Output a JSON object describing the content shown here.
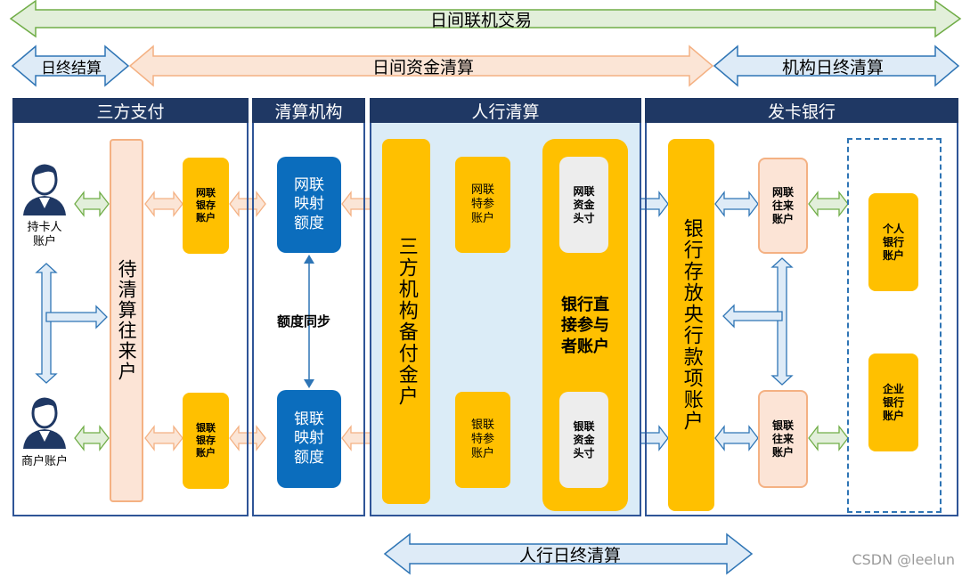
{
  "top_arrows": {
    "day_online": "日间联机交易",
    "day_end_settle": "日终结算",
    "day_fund_clearing": "日间资金清算",
    "inst_day_end": "机构日终清算",
    "pboc_day_end": "人行日终清算"
  },
  "sections": {
    "third_party": "三方支付",
    "clearing_inst": "清算机构",
    "pboc": "人行清算",
    "issuing_bank": "发卡银行"
  },
  "third_party": {
    "cardholder": "持卡人\n账户",
    "merchant": "商户账户",
    "pending_account": "待清算往来户",
    "netunion_deposit": "网联\n银存\n账户",
    "unionpay_deposit": "银联\n银存\n账户"
  },
  "clearing": {
    "netunion_quota": "网联\n映射\n额度",
    "unionpay_quota": "银联\n映射\n额度",
    "sync": "额度同步"
  },
  "pboc": {
    "reserve": "三方机构备付金户",
    "netunion_special": "网联\n特参\n账户",
    "unionpay_special": "银联\n特参\n账户",
    "direct_participant": "银行直\n接参与\n者账户",
    "netunion_fund": "网联\n资金\n头寸",
    "unionpay_fund": "银联\n资金\n头寸"
  },
  "bank": {
    "central_deposit": "银行存放央行款项账户",
    "netunion_current": "网联\n往来\n账户",
    "unionpay_current": "银联\n往来\n账户",
    "personal": "个人\n银行\n账户",
    "enterprise": "企业\n银行\n账户"
  },
  "watermark": "CSDN @leelun",
  "colors": {
    "navy": "#1f3864",
    "gold": "#ffc000",
    "blue": "#0b6dbd",
    "peach": "#fce4d6",
    "green_arrow": "#e2efda",
    "orange_arrow": "#fbe5d6",
    "blue_arrow": "#deebf7"
  }
}
